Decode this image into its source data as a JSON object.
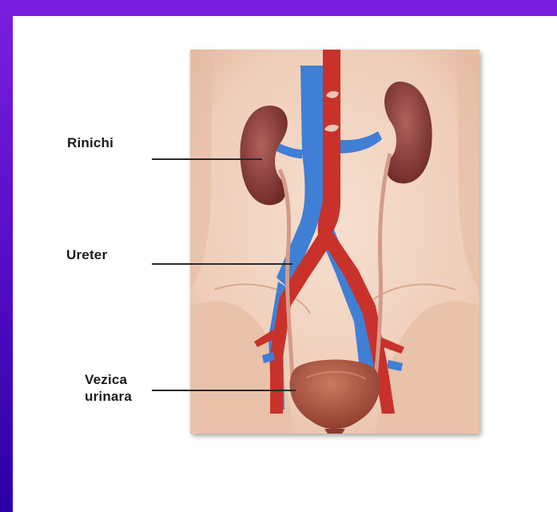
{
  "labels": {
    "kidney": "Rinichi",
    "ureter": "Ureter",
    "bladder_line1": "Vezica",
    "bladder_line2": "urinara"
  },
  "colors": {
    "background": "#5a0fc8",
    "skin": "#f3d8c6",
    "artery": "#c8322a",
    "vein": "#3f7fd4",
    "kidney": "#8a3f3a",
    "bladder": "#a8503f"
  }
}
